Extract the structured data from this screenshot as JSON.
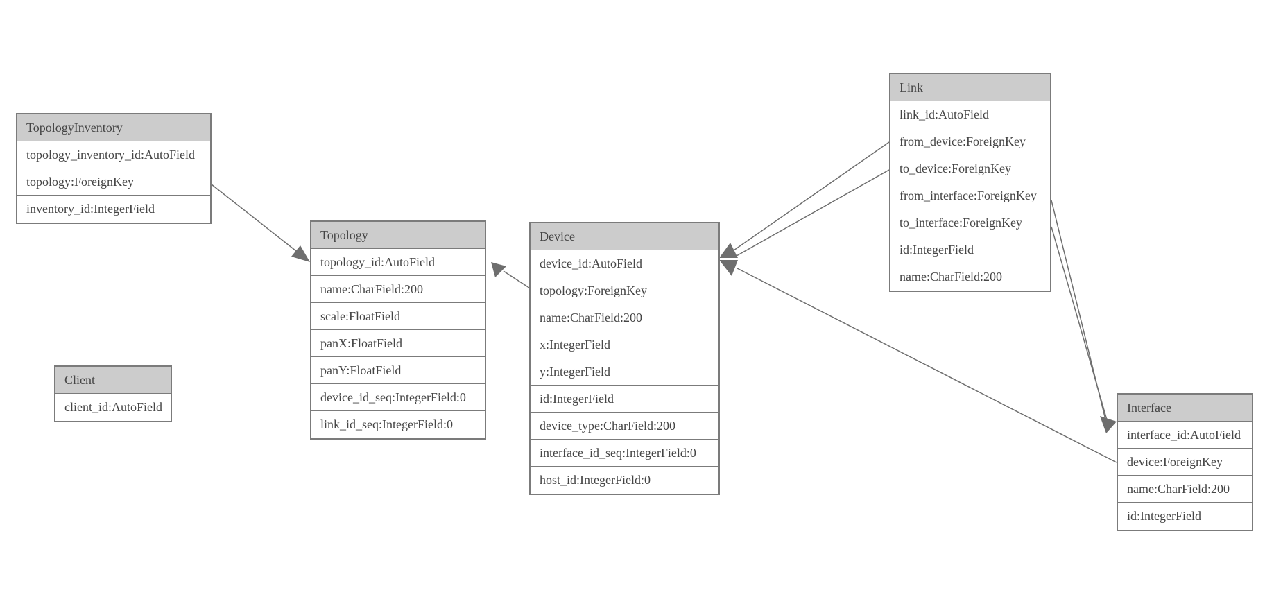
{
  "diagram": {
    "kind": "entity-relationship-model",
    "background": "#ffffff"
  },
  "colors": {
    "header_bg": "#cccccc",
    "row_bg": "#ffffff",
    "border": "#7b7b7b",
    "text": "#454545",
    "edge": "#6e6e6e"
  },
  "tables": {
    "topology_inventory": {
      "title": "TopologyInventory",
      "fields": [
        "topology_inventory_id:AutoField",
        "topology:ForeignKey",
        "inventory_id:IntegerField"
      ]
    },
    "topology": {
      "title": "Topology",
      "fields": [
        "topology_id:AutoField",
        "name:CharField:200",
        "scale:FloatField",
        "panX:FloatField",
        "panY:FloatField",
        "device_id_seq:IntegerField:0",
        "link_id_seq:IntegerField:0"
      ]
    },
    "client": {
      "title": "Client",
      "fields": [
        "client_id:AutoField"
      ]
    },
    "device": {
      "title": "Device",
      "fields": [
        "device_id:AutoField",
        "topology:ForeignKey",
        "name:CharField:200",
        "x:IntegerField",
        "y:IntegerField",
        "id:IntegerField",
        "device_type:CharField:200",
        "interface_id_seq:IntegerField:0",
        "host_id:IntegerField:0"
      ]
    },
    "link": {
      "title": "Link",
      "fields": [
        "link_id:AutoField",
        "from_device:ForeignKey",
        "to_device:ForeignKey",
        "from_interface:ForeignKey",
        "to_interface:ForeignKey",
        "id:IntegerField",
        "name:CharField:200"
      ]
    },
    "interface": {
      "title": "Interface",
      "fields": [
        "interface_id:AutoField",
        "device:ForeignKey",
        "name:CharField:200",
        "id:IntegerField"
      ]
    }
  },
  "relationships": [
    {
      "from": "TopologyInventory.topology",
      "to": "Topology"
    },
    {
      "from": "Device.topology",
      "to": "Topology"
    },
    {
      "from": "Link.from_device",
      "to": "Device"
    },
    {
      "from": "Link.to_device",
      "to": "Device"
    },
    {
      "from": "Link.from_interface",
      "to": "Interface"
    },
    {
      "from": "Link.to_interface",
      "to": "Interface"
    },
    {
      "from": "Interface.device",
      "to": "Device"
    }
  ]
}
